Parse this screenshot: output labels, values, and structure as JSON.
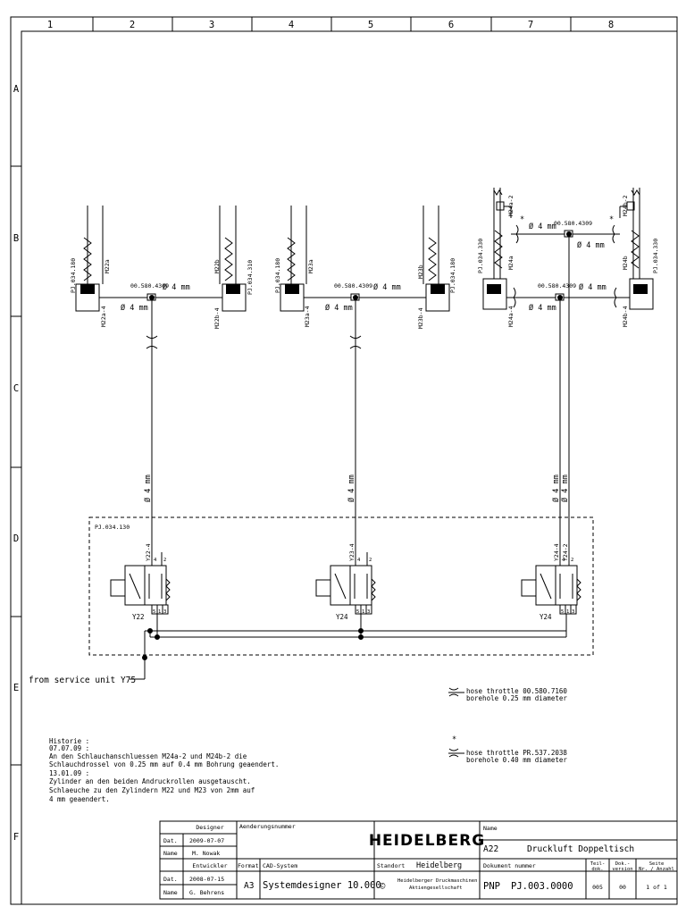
{
  "frame": {
    "columns": [
      "1",
      "2",
      "3",
      "4",
      "5",
      "6",
      "7",
      "8"
    ],
    "rows": [
      "A",
      "B",
      "C",
      "D",
      "E",
      "F"
    ]
  },
  "cylinders": [
    {
      "id": "M22a",
      "part": "PJ.034.180",
      "port": "M22a-4"
    },
    {
      "id": "M22b",
      "part": "PJ.034.310",
      "port": "M22b-4"
    },
    {
      "id": "M23a",
      "part": "PJ.034.180",
      "port": "M23a-4"
    },
    {
      "id": "M23b",
      "part": "PJ.034.180",
      "port": "M23b-4"
    },
    {
      "id": "M24a",
      "part": "PJ.034.330",
      "port": "M24a-4",
      "port2": "M24a-2"
    },
    {
      "id": "M24b",
      "part": "PJ.034.330",
      "port": "M24b-4",
      "port2": "M24b-2"
    }
  ],
  "fitting_part": "00.580.4309",
  "diameter_label": "Ø 4 mm",
  "tube_label": "Ø 4 mm",
  "valve_group_part": "PJ.034.130",
  "valves": [
    {
      "id": "Y22",
      "port4": "Y22-4"
    },
    {
      "id": "Y24",
      "port4": "Y23-4"
    },
    {
      "id": "Y24",
      "port4": "Y24-4",
      "port2": "Y24-2"
    }
  ],
  "port_nums": {
    "p4": "4",
    "p2": "2",
    "p5": "5",
    "p1": "1",
    "p3": "3"
  },
  "supply_label": "from service unit Y75",
  "legend": [
    {
      "line1": "hose throttle 00.580.7160",
      "line2": "borehole 0.25 mm diameter"
    },
    {
      "line1": "hose throttle PR.537.2038",
      "line2": "borehole 0.40 mm diameter"
    }
  ],
  "star": "*",
  "history": [
    "Historie :",
    "07.07.09 :",
    "An den Schlauchanschluessen M24a-2 und M24b-2 die",
    "Schlauchdrossel von 0.25 mm auf 0.4 mm Bohrung geaendert.",
    "13.01.09 :",
    "Zylinder an den beiden Andruckrollen ausgetauscht.",
    "Schlaeuche zu den Zylindern M22 und M23 von 2mm auf",
    "4 mm geaendert."
  ],
  "title_block": {
    "designer_hdr": "Designer",
    "dat_label": "Dat.",
    "name_label": "Name",
    "designer_date": "2009-07-07",
    "designer_name": "M. Nowak",
    "entwickler_hdr": "Entwickler",
    "entwickler_date": "2008-07-15",
    "entwickler_name": "G. Behrens",
    "aenderung": "Aenderungsnummer",
    "logo": "HEIDELBERG",
    "name_hdr": "Name",
    "drawing_id": "A22",
    "drawing_title": "Druckluft Doppeltisch",
    "format_hdr": "Format",
    "format_val": "A3",
    "cad_hdr": "CAD-System",
    "cad_val": "Systemdesigner 10.000",
    "standort_hdr": "Standort",
    "standort_val": "Heidelberg",
    "copyright": "©",
    "company_l1": "Heidelberger Druckmaschinen",
    "company_l2": "Aktiengesellschaft",
    "dokument_hdr": "Dokument nummer",
    "doc_prefix": "PNP",
    "doc_number": "PJ.003.0000",
    "teil_hdr_1": "Teil-",
    "teil_hdr_2": "dok.",
    "teil_val": "005",
    "ver_hdr_1": "Dok.-",
    "ver_hdr_2": "version",
    "ver_val": "00",
    "seite_hdr_1": "Seite",
    "seite_hdr_2": "Nr. / Anzahl",
    "seite_val": "1 of 1"
  }
}
